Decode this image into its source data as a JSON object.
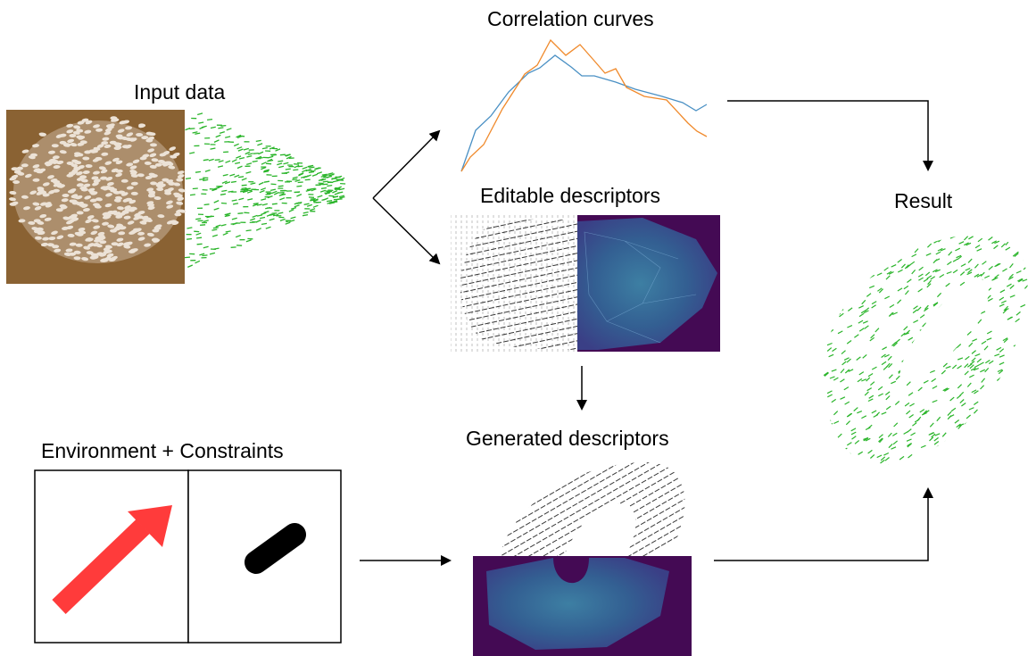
{
  "labels": {
    "input_data": "Input data",
    "correlation_curves": "Correlation curves",
    "editable_descriptors": "Editable descriptors",
    "generated_descriptors": "Generated descriptors",
    "environment_constraints": "Environment + Constraints",
    "result": "Result"
  },
  "colors": {
    "agents_green": "#2bb52b",
    "sheep_field": "#8a6233",
    "sheep": "#ece2d6",
    "curve_blue": "#4a90c4",
    "curve_orange": "#f08a2c",
    "density_dark": "#440a54",
    "density_mid": "#3a6c8f",
    "red_arrow": "#ff3b3b",
    "obstacle": "#000000"
  },
  "icons": [
    "flow-arrow-icon",
    "red-direction-arrow-icon",
    "obstacle-capsule-icon"
  ]
}
